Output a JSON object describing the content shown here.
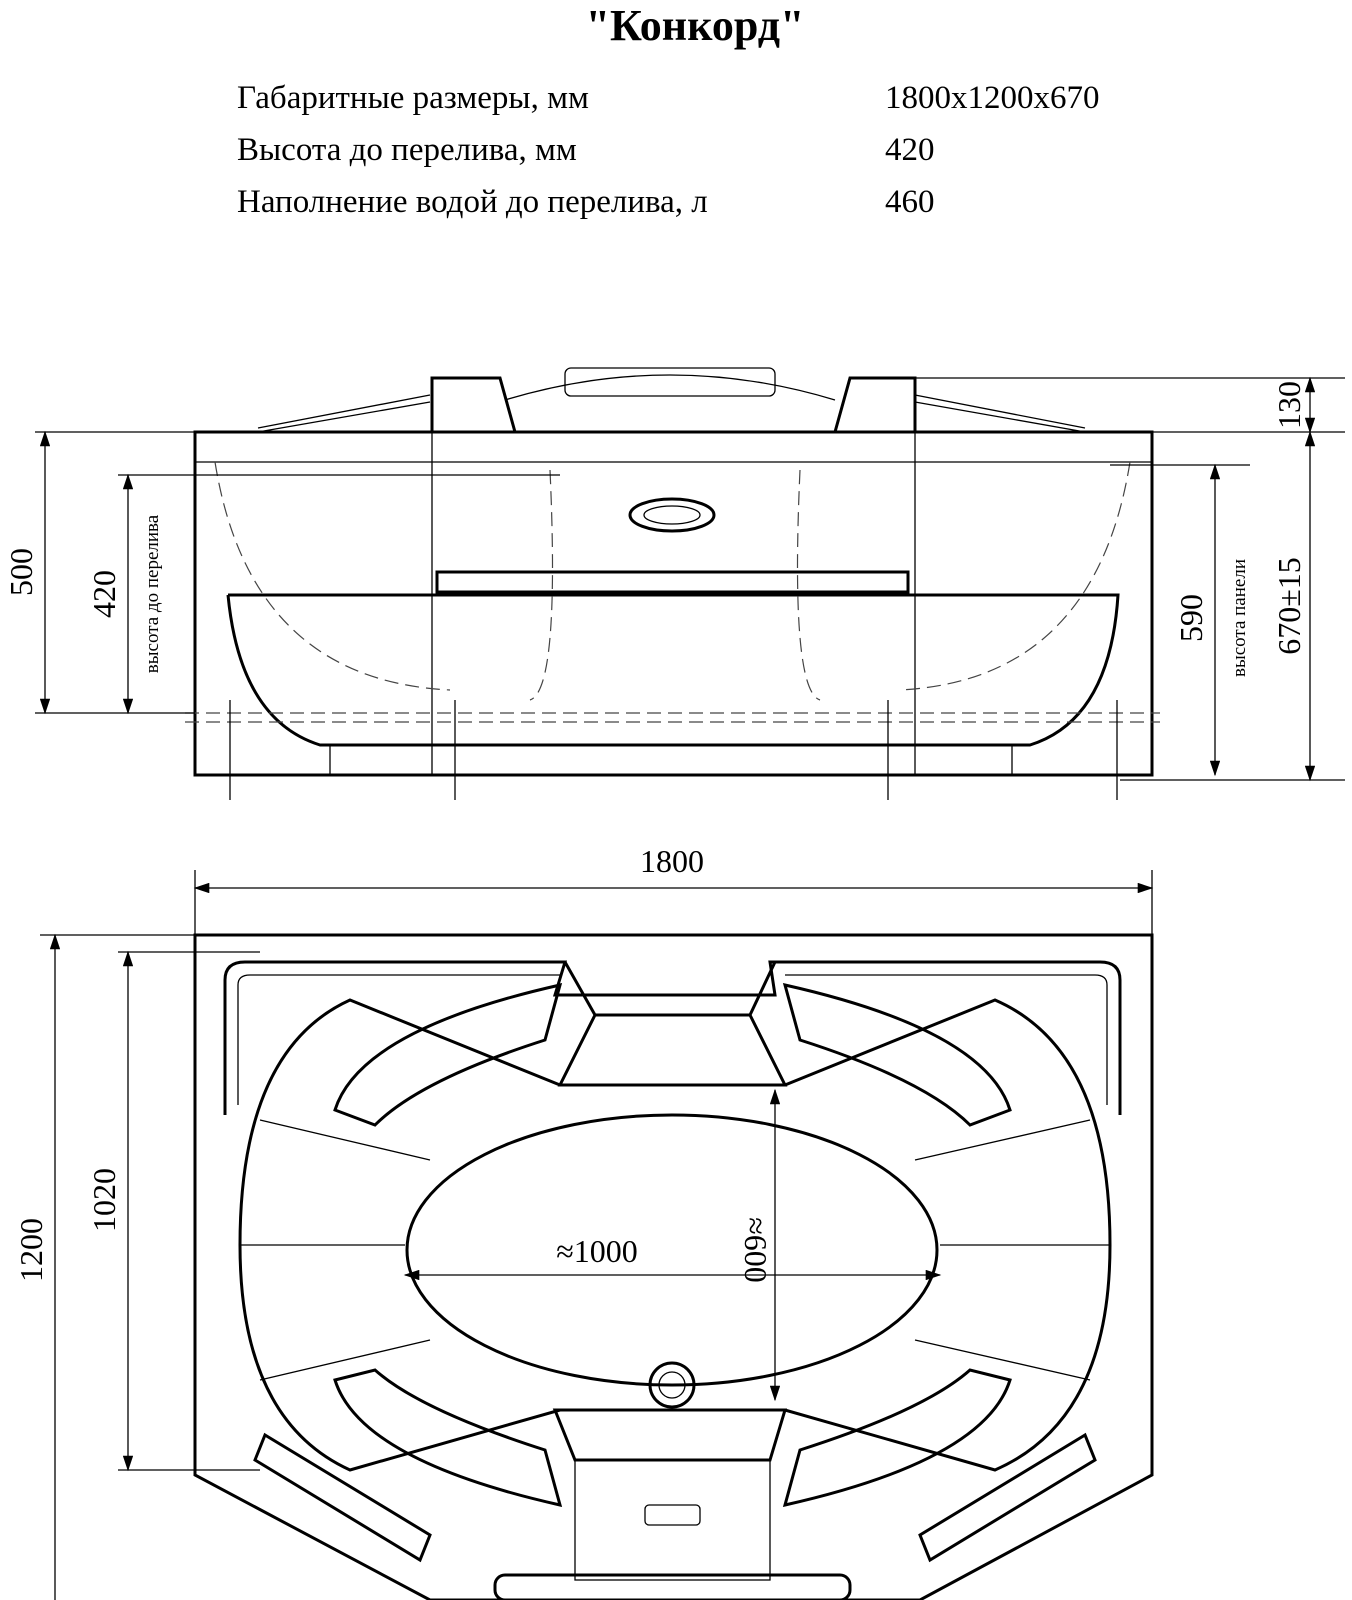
{
  "title": "\"Конкорд\"",
  "specs": [
    {
      "label": "Габаритные размеры, мм",
      "value": "1800x1200x670"
    },
    {
      "label": "Высота до перелива, мм",
      "value": "420"
    },
    {
      "label": "Наполнение водой до перелива, л",
      "value": "460"
    }
  ],
  "side_view": {
    "dim_total_left": "500",
    "dim_overflow": "420",
    "overflow_label": "высота до перелива",
    "dim_headrest": "130",
    "dim_panel": "590",
    "panel_label": "высота панели",
    "dim_total_right": "670±15"
  },
  "top_view": {
    "dim_length": "1800",
    "dim_width": "1200",
    "dim_inner_width": "1020",
    "dim_bottom_length": "≈1000",
    "dim_bottom_width": "≈600"
  }
}
